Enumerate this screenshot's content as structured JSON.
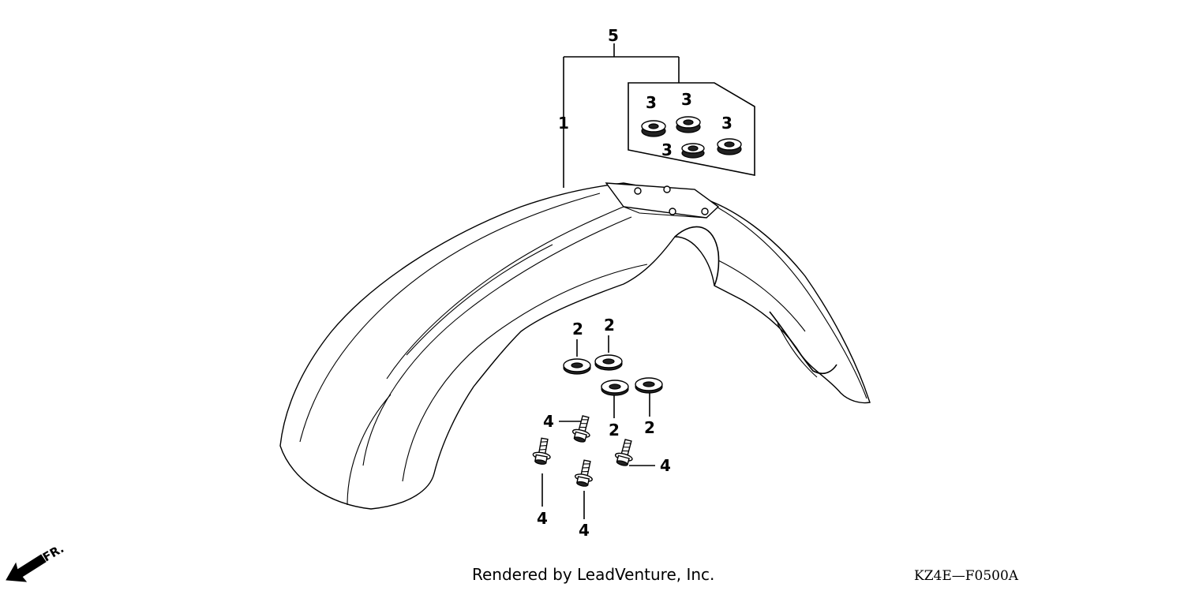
{
  "callouts": {
    "fender": "1",
    "washer": "2",
    "grommet": "3",
    "bolt": "4",
    "set": "5"
  },
  "front_indicator": "FR.",
  "credit": "Rendered by LeadVenture, Inc.",
  "diagram_code": "KZ4E—F0500A"
}
